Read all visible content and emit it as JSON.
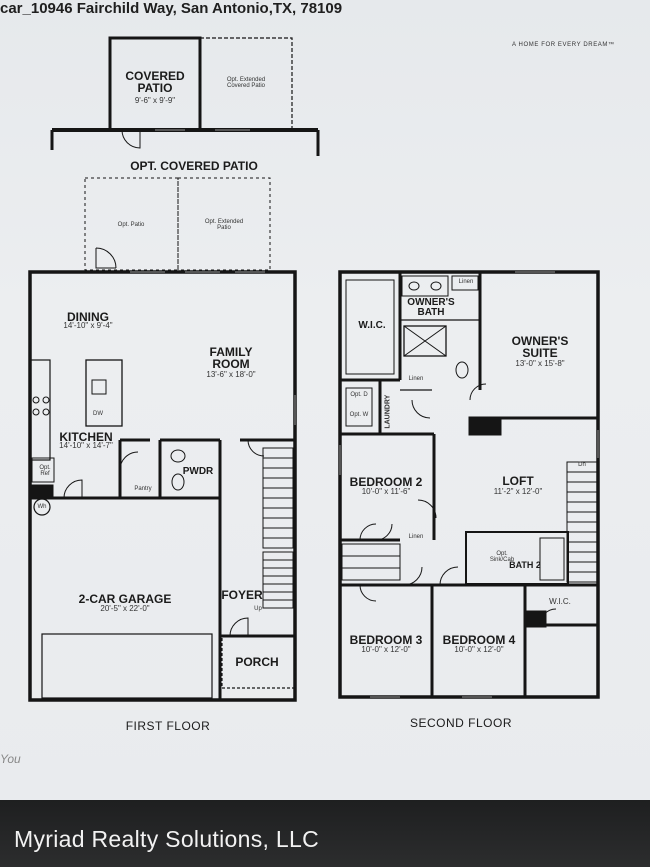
{
  "header": {
    "address": "car_10946 Fairchild Way, San Antonio,TX, 78109",
    "tagline": "A HOME FOR EVERY DREAM™"
  },
  "first_floor": {
    "label": "FIRST FLOOR",
    "covered_patio": {
      "name": "COVERED PATIO",
      "dim": "9'-6\" x 9'-9\""
    },
    "opt_ext_covered_patio": "Opt. Extended Covered Patio",
    "opt_covered_patio": "OPT. COVERED PATIO",
    "opt_patio": "Opt. Patio",
    "opt_ext_patio": "Opt. Extended Patio",
    "dining": {
      "name": "DINING",
      "dim": "14'-10\" x 9'-4\""
    },
    "family_room": {
      "name": "FAMILY ROOM",
      "dim": "13'-6\" x 18'-0\""
    },
    "kitchen": {
      "name": "KITCHEN",
      "dim": "14'-10\" x 14'-7\""
    },
    "dw": "DW",
    "pantry": "Pantry",
    "pwdr": "PWDR",
    "opt_ref": "Opt. Ref",
    "wh": "Wh",
    "garage": {
      "name": "2-CAR GARAGE",
      "dim": "20'-5\" x 22'-0\""
    },
    "foyer": "FOYER",
    "up": "Up",
    "porch": "PORCH"
  },
  "second_floor": {
    "label": "SECOND FLOOR",
    "linen": "Linen",
    "wic": "W.I.C.",
    "owners_bath": "OWNER'S BATH",
    "owners_suite": {
      "name": "OWNER'S SUITE",
      "dim": "13'-0\" x 15'-8\""
    },
    "laundry": "LAUNDRY",
    "opt_d": "Opt. D",
    "opt_w": "Opt. W",
    "bedroom2": {
      "name": "BEDROOM 2",
      "dim": "10'-0\" x 11'-6\""
    },
    "loft": {
      "name": "LOFT",
      "dim": "11'-2\" x 12'-0\""
    },
    "dn": "Dn",
    "opt_sink_cab": "Opt. Sink/Cab",
    "bath2": "BATH 2",
    "bedroom3": {
      "name": "BEDROOM 3",
      "dim": "10'-0\" x 12'-0\""
    },
    "bedroom4": {
      "name": "BEDROOM 4",
      "dim": "10'-0\" x 12'-0\""
    }
  },
  "side_text": "You",
  "footer": {
    "brand": "Myriad Realty Solutions, LLC"
  }
}
